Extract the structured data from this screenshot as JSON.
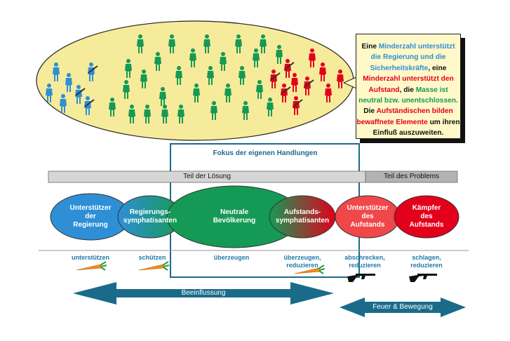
{
  "info_box": {
    "line1_pre": "Eine ",
    "line1_blue": "Minderzahl unterstützt die Regierung und die Sicherheitskräfte",
    "line1_post": ", eine ",
    "line2_red": "Minderzahl unterstützt den Aufstand",
    "line2_post": ", die ",
    "line3_green": "Masse ist neutral bzw. unentschlossen.",
    "line4_pre": " Die ",
    "line4_red": "Aufständischen bilden bewaffnete Elemente",
    "line4_post": " um ihren Einfluß auszuweiten."
  },
  "focus_title": "Fokus der eigenen Handlungen",
  "bars": {
    "solution": "Teil der Lösung",
    "problem": "Teil des Problems"
  },
  "nodes": [
    {
      "label": "Unterstützer\nder\nRegierung",
      "color": "#2e8fd6"
    },
    {
      "label": "Regierungs-\nsymphatisanten",
      "color": "#2e8fd6"
    },
    {
      "label": "Neutrale\nBevölkerung",
      "color": "#159a55"
    },
    {
      "label": "Aufstands-\nsymphatisanten",
      "color": "#e3001b"
    },
    {
      "label": "Unterstützer\ndes\nAufstands",
      "color": "#f0474a"
    },
    {
      "label": "Kämpfer\ndes\nAufstands",
      "color": "#e3001b"
    }
  ],
  "actions": [
    {
      "label": "unterstützen",
      "icon": "carrot-icon"
    },
    {
      "label": "schützen",
      "icon": "carrot-icon"
    },
    {
      "label": "überzeugen",
      "icon": ""
    },
    {
      "label": "überzeugen,\nreduzieren",
      "icon": "carrot-icon"
    },
    {
      "label": "abschrecken,\nreduzieren",
      "icon": "rifle-icon"
    },
    {
      "label": "schlagen,\nreduzieren",
      "icon": "rifle-icon"
    }
  ],
  "arrows": {
    "influence": "Beeinflussung",
    "fire": "Feuer & Bewegung"
  },
  "colors": {
    "blue": "#2e8fd6",
    "green": "#159a55",
    "red": "#e3001b",
    "oval_fill": "#f6eb9a",
    "arrow": "#1a6b8a"
  }
}
